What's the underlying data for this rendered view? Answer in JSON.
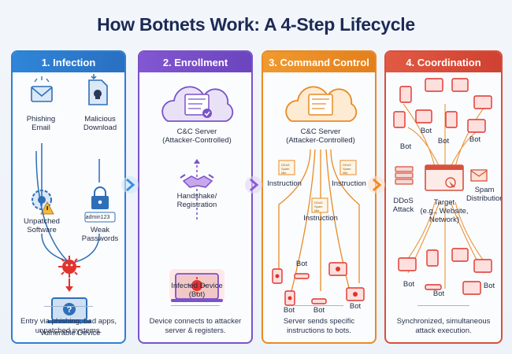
{
  "title": "How Botnets Work: A 4-Step Lifecycle",
  "panels": [
    {
      "heading": "1. Infection",
      "labels": {
        "phishing": "Phishing\nEmail",
        "malicious": "Malicious\nDownload",
        "unpatched": "Unpatched\nSoftware",
        "weak": "Weak\nPasswords",
        "password_text": "admin123",
        "vulnerable": "Vulnerable Device"
      },
      "footer": "Entry via phishing, bad apps,\nunpatched systems."
    },
    {
      "heading": "2. Enrollment",
      "labels": {
        "server": "C&C Server\n(Attacker-Controlled)",
        "handshake": "Handshake/\nRegistration",
        "infected": "Infected Device\n(Bot)"
      },
      "footer": "Device connects to attacker\nserver & registers."
    },
    {
      "heading": "3. Command Control",
      "labels": {
        "server": "C&C Server\n(Attacker-Controlled)",
        "instruction": "Instruction",
        "bot": "Bot",
        "note_lines": [
          "DDoS",
          "Spam",
          "Idle"
        ]
      },
      "footer": "Server sends specific\ninstructions to bots."
    },
    {
      "heading": "4. Coordination",
      "labels": {
        "bot": "Bot",
        "ddos": "DDoS\nAttack",
        "target": "Target\n(e.g., Website, Network)",
        "spam": "Spam\nDistribution"
      },
      "footer": "Synchronized, simultaneous\nattack execution."
    }
  ],
  "colors": {
    "blue": "#2e7fd0",
    "purple": "#7a52c9",
    "orange": "#e98a24",
    "red": "#d8503c",
    "bot_red": "#e2322c"
  }
}
